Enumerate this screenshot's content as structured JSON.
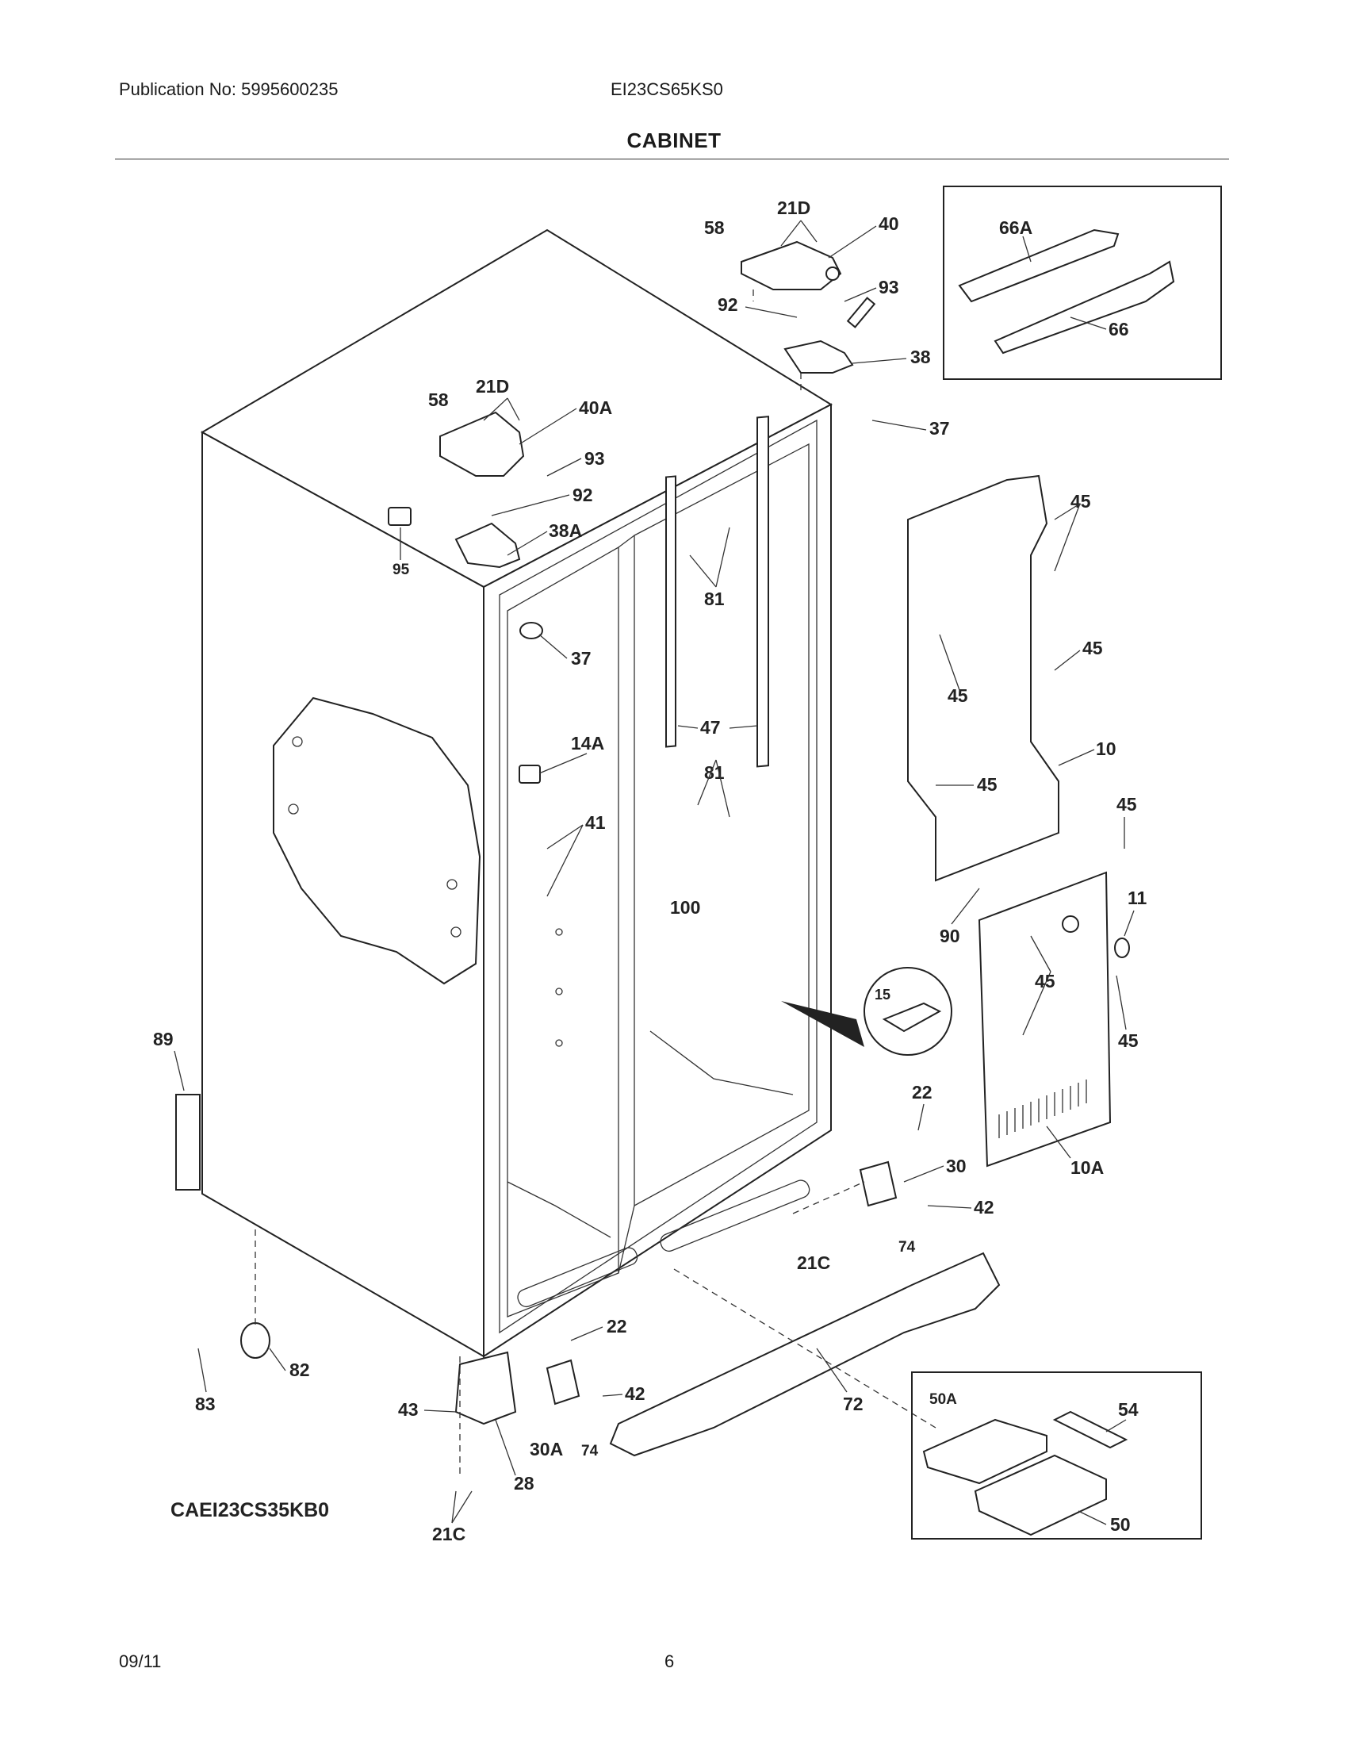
{
  "header": {
    "publication": "Publication No: 5995600235",
    "model": "EI23CS65KS0",
    "section_title": "CABINET"
  },
  "callouts": {
    "c58_top": "58",
    "c21d_top": "21D",
    "c40": "40",
    "c93_top": "93",
    "c92_top": "92",
    "c38": "38",
    "c37_top": "37",
    "c58_left": "58",
    "c21d_left": "21D",
    "c40a": "40A",
    "c93_left": "93",
    "c92_left": "92",
    "c38a": "38A",
    "c95": "95",
    "c37_left": "37",
    "c81_a": "81",
    "c47": "47",
    "c81_b": "81",
    "c14a": "14A",
    "c41": "41",
    "c100": "100",
    "c45_a": "45",
    "c45_b": "45",
    "c45_c": "45",
    "c45_d": "45",
    "c10": "10",
    "c45_e": "45",
    "c11": "11",
    "c90": "90",
    "c45_f": "45",
    "c45_g": "45",
    "c15": "15",
    "c89": "89",
    "c22_right": "22",
    "c30": "30",
    "c42_right": "42",
    "c74_right": "74",
    "c21c_mid": "21C",
    "c10a": "10A",
    "c22_bottom": "22",
    "c42_bottom": "42",
    "c30a": "30A",
    "c74_bottom": "74",
    "c72": "72",
    "c82": "82",
    "c83": "83",
    "c43": "43",
    "c28": "28",
    "c21c_bottom": "21C",
    "c66a": "66A",
    "c66": "66",
    "c50a": "50A",
    "c54": "54",
    "c50": "50"
  },
  "diagram_caption": "CAEI23CS35KB0",
  "footer": {
    "date": "09/11",
    "page": "6"
  }
}
